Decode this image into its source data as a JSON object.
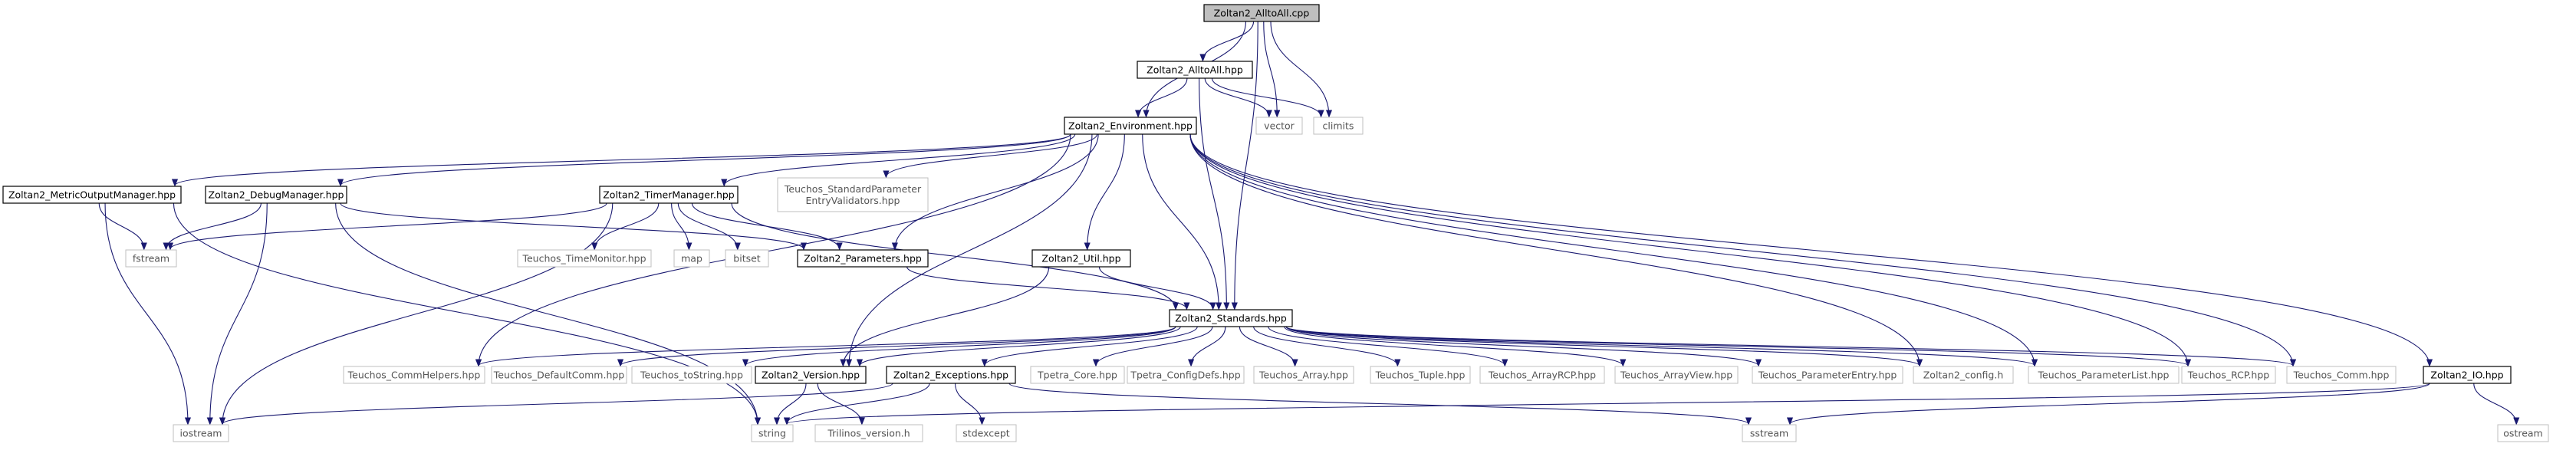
{
  "graph": {
    "edge_color": "#191970",
    "nodes": {
      "alltoall_cpp": {
        "lines": [
          "Zoltan2_AlltoAll.cpp"
        ],
        "style": "main"
      },
      "alltoall_hpp": {
        "lines": [
          "Zoltan2_AlltoAll.hpp"
        ],
        "style": "local"
      },
      "vector": {
        "lines": [
          "vector"
        ],
        "style": "external"
      },
      "climits": {
        "lines": [
          "climits"
        ],
        "style": "external"
      },
      "environment_hpp": {
        "lines": [
          "Zoltan2_Environment.hpp"
        ],
        "style": "local"
      },
      "metric_output_manager": {
        "lines": [
          "Zoltan2_MetricOutputManager.hpp"
        ],
        "style": "local"
      },
      "debug_manager": {
        "lines": [
          "Zoltan2_DebugManager.hpp"
        ],
        "style": "local"
      },
      "timer_manager": {
        "lines": [
          "Zoltan2_TimerManager.hpp"
        ],
        "style": "local"
      },
      "std_param_validators": {
        "lines": [
          "Teuchos_StandardParameter",
          "EntryValidators.hpp"
        ],
        "style": "external"
      },
      "fstream": {
        "lines": [
          "fstream"
        ],
        "style": "external"
      },
      "time_monitor": {
        "lines": [
          "Teuchos_TimeMonitor.hpp"
        ],
        "style": "external"
      },
      "map": {
        "lines": [
          "map"
        ],
        "style": "external"
      },
      "bitset": {
        "lines": [
          "bitset"
        ],
        "style": "external"
      },
      "parameters_hpp": {
        "lines": [
          "Zoltan2_Parameters.hpp"
        ],
        "style": "local"
      },
      "util_hpp": {
        "lines": [
          "Zoltan2_Util.hpp"
        ],
        "style": "local"
      },
      "standards_hpp": {
        "lines": [
          "Zoltan2_Standards.hpp"
        ],
        "style": "local"
      },
      "comm_helpers": {
        "lines": [
          "Teuchos_CommHelpers.hpp"
        ],
        "style": "external"
      },
      "default_comm": {
        "lines": [
          "Teuchos_DefaultComm.hpp"
        ],
        "style": "external"
      },
      "to_string": {
        "lines": [
          "Teuchos_toString.hpp"
        ],
        "style": "external"
      },
      "version_hpp": {
        "lines": [
          "Zoltan2_Version.hpp"
        ],
        "style": "local"
      },
      "exceptions_hpp": {
        "lines": [
          "Zoltan2_Exceptions.hpp"
        ],
        "style": "local"
      },
      "tpetra_core": {
        "lines": [
          "Tpetra_Core.hpp"
        ],
        "style": "external"
      },
      "tpetra_configdefs": {
        "lines": [
          "Tpetra_ConfigDefs.hpp"
        ],
        "style": "external"
      },
      "teuchos_array": {
        "lines": [
          "Teuchos_Array.hpp"
        ],
        "style": "external"
      },
      "teuchos_tuple": {
        "lines": [
          "Teuchos_Tuple.hpp"
        ],
        "style": "external"
      },
      "array_rcp": {
        "lines": [
          "Teuchos_ArrayRCP.hpp"
        ],
        "style": "external"
      },
      "array_view": {
        "lines": [
          "Teuchos_ArrayView.hpp"
        ],
        "style": "external"
      },
      "parameter_entry": {
        "lines": [
          "Teuchos_ParameterEntry.hpp"
        ],
        "style": "external"
      },
      "zoltan2_config": {
        "lines": [
          "Zoltan2_config.h"
        ],
        "style": "external"
      },
      "parameter_list": {
        "lines": [
          "Teuchos_ParameterList.hpp"
        ],
        "style": "external"
      },
      "teuchos_rcp": {
        "lines": [
          "Teuchos_RCP.hpp"
        ],
        "style": "external"
      },
      "teuchos_comm": {
        "lines": [
          "Teuchos_Comm.hpp"
        ],
        "style": "external"
      },
      "io_hpp": {
        "lines": [
          "Zoltan2_IO.hpp"
        ],
        "style": "local"
      },
      "iostream": {
        "lines": [
          "iostream"
        ],
        "style": "external"
      },
      "string": {
        "lines": [
          "string"
        ],
        "style": "external"
      },
      "trilinos_version": {
        "lines": [
          "Trilinos_version.h"
        ],
        "style": "external"
      },
      "stdexcept": {
        "lines": [
          "stdexcept"
        ],
        "style": "external"
      },
      "sstream": {
        "lines": [
          "sstream"
        ],
        "style": "external"
      },
      "ostream": {
        "lines": [
          "ostream"
        ],
        "style": "external"
      }
    },
    "edges": [
      [
        "alltoall_cpp",
        "alltoall_hpp"
      ],
      [
        "alltoall_cpp",
        "environment_hpp"
      ],
      [
        "alltoall_cpp",
        "vector"
      ],
      [
        "alltoall_cpp",
        "climits"
      ],
      [
        "alltoall_cpp",
        "standards_hpp"
      ],
      [
        "alltoall_hpp",
        "environment_hpp"
      ],
      [
        "alltoall_hpp",
        "vector"
      ],
      [
        "alltoall_hpp",
        "climits"
      ],
      [
        "alltoall_hpp",
        "standards_hpp"
      ],
      [
        "environment_hpp",
        "metric_output_manager"
      ],
      [
        "environment_hpp",
        "debug_manager"
      ],
      [
        "environment_hpp",
        "timer_manager"
      ],
      [
        "environment_hpp",
        "std_param_validators"
      ],
      [
        "environment_hpp",
        "parameters_hpp"
      ],
      [
        "environment_hpp",
        "util_hpp"
      ],
      [
        "environment_hpp",
        "standards_hpp"
      ],
      [
        "environment_hpp",
        "comm_helpers"
      ],
      [
        "environment_hpp",
        "version_hpp"
      ],
      [
        "environment_hpp",
        "zoltan2_config"
      ],
      [
        "environment_hpp",
        "parameter_list"
      ],
      [
        "environment_hpp",
        "teuchos_rcp"
      ],
      [
        "environment_hpp",
        "teuchos_comm"
      ],
      [
        "environment_hpp",
        "io_hpp"
      ],
      [
        "metric_output_manager",
        "fstream"
      ],
      [
        "metric_output_manager",
        "iostream"
      ],
      [
        "metric_output_manager",
        "string"
      ],
      [
        "debug_manager",
        "fstream"
      ],
      [
        "debug_manager",
        "iostream"
      ],
      [
        "debug_manager",
        "string"
      ],
      [
        "debug_manager",
        "parameters_hpp"
      ],
      [
        "timer_manager",
        "fstream"
      ],
      [
        "timer_manager",
        "time_monitor"
      ],
      [
        "timer_manager",
        "map"
      ],
      [
        "timer_manager",
        "bitset"
      ],
      [
        "timer_manager",
        "iostream"
      ],
      [
        "timer_manager",
        "parameters_hpp"
      ],
      [
        "timer_manager",
        "standards_hpp"
      ],
      [
        "parameters_hpp",
        "standards_hpp"
      ],
      [
        "util_hpp",
        "standards_hpp"
      ],
      [
        "util_hpp",
        "version_hpp"
      ],
      [
        "standards_hpp",
        "comm_helpers"
      ],
      [
        "standards_hpp",
        "default_comm"
      ],
      [
        "standards_hpp",
        "to_string"
      ],
      [
        "standards_hpp",
        "version_hpp"
      ],
      [
        "standards_hpp",
        "exceptions_hpp"
      ],
      [
        "standards_hpp",
        "tpetra_core"
      ],
      [
        "standards_hpp",
        "tpetra_configdefs"
      ],
      [
        "standards_hpp",
        "teuchos_array"
      ],
      [
        "standards_hpp",
        "teuchos_tuple"
      ],
      [
        "standards_hpp",
        "array_rcp"
      ],
      [
        "standards_hpp",
        "array_view"
      ],
      [
        "standards_hpp",
        "parameter_entry"
      ],
      [
        "standards_hpp",
        "zoltan2_config"
      ],
      [
        "standards_hpp",
        "parameter_list"
      ],
      [
        "standards_hpp",
        "teuchos_rcp"
      ],
      [
        "standards_hpp",
        "teuchos_comm"
      ],
      [
        "version_hpp",
        "string"
      ],
      [
        "version_hpp",
        "trilinos_version"
      ],
      [
        "exceptions_hpp",
        "iostream"
      ],
      [
        "exceptions_hpp",
        "stdexcept"
      ],
      [
        "exceptions_hpp",
        "sstream"
      ],
      [
        "exceptions_hpp",
        "string"
      ],
      [
        "io_hpp",
        "string"
      ],
      [
        "io_hpp",
        "sstream"
      ],
      [
        "io_hpp",
        "ostream"
      ]
    ]
  }
}
